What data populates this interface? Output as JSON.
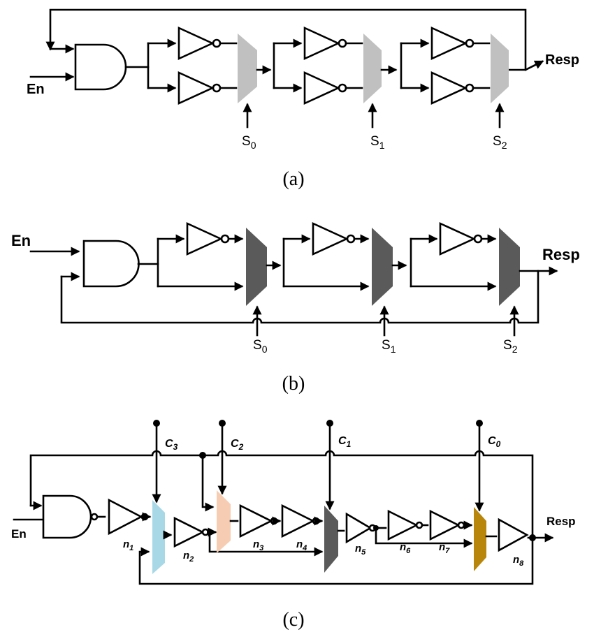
{
  "diagram_a": {
    "caption": "(a)",
    "enable_label": "En",
    "output_label": "Resp",
    "select_labels": [
      {
        "base": "S",
        "sub": "0"
      },
      {
        "base": "S",
        "sub": "1"
      },
      {
        "base": "S",
        "sub": "2"
      }
    ],
    "mux_color": "#c0c0c0"
  },
  "diagram_b": {
    "caption": "(b)",
    "enable_label": "En",
    "output_label": "Resp",
    "select_labels": [
      {
        "base": "S",
        "sub": "0"
      },
      {
        "base": "S",
        "sub": "1"
      },
      {
        "base": "S",
        "sub": "2"
      }
    ],
    "mux_color": "#5a5a5a"
  },
  "diagram_c": {
    "caption": "(c)",
    "enable_label": "En",
    "output_label": "Resp",
    "control_labels": [
      {
        "base": "C",
        "sub": "3"
      },
      {
        "base": "C",
        "sub": "2"
      },
      {
        "base": "C",
        "sub": "1"
      },
      {
        "base": "C",
        "sub": "0"
      }
    ],
    "node_labels": [
      {
        "base": "n",
        "sub": "1"
      },
      {
        "base": "n",
        "sub": "2"
      },
      {
        "base": "n",
        "sub": "3"
      },
      {
        "base": "n",
        "sub": "4"
      },
      {
        "base": "n",
        "sub": "5"
      },
      {
        "base": "n",
        "sub": "6"
      },
      {
        "base": "n",
        "sub": "7"
      },
      {
        "base": "n",
        "sub": "8"
      }
    ],
    "mux_colors": [
      "#a8d8e6",
      "#f6cdb2",
      "#5a5a5a",
      "#b8860b"
    ]
  }
}
